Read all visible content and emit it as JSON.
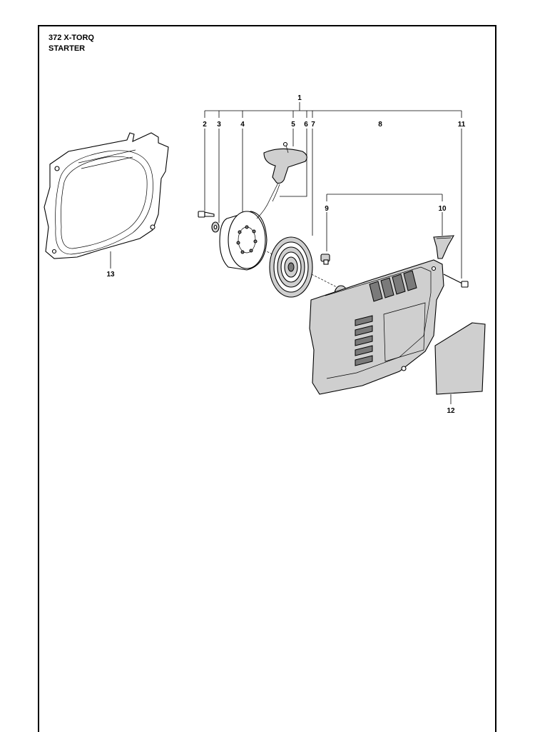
{
  "header": {
    "model": "372 X-TORQ",
    "section": "STARTER"
  },
  "callouts": {
    "c1": "1",
    "c2": "2",
    "c3": "3",
    "c4": "4",
    "c5": "5",
    "c6": "6",
    "c7": "7",
    "c8": "8",
    "c9": "9",
    "c10": "10",
    "c11": "11",
    "c12": "12",
    "c13": "13"
  }
}
